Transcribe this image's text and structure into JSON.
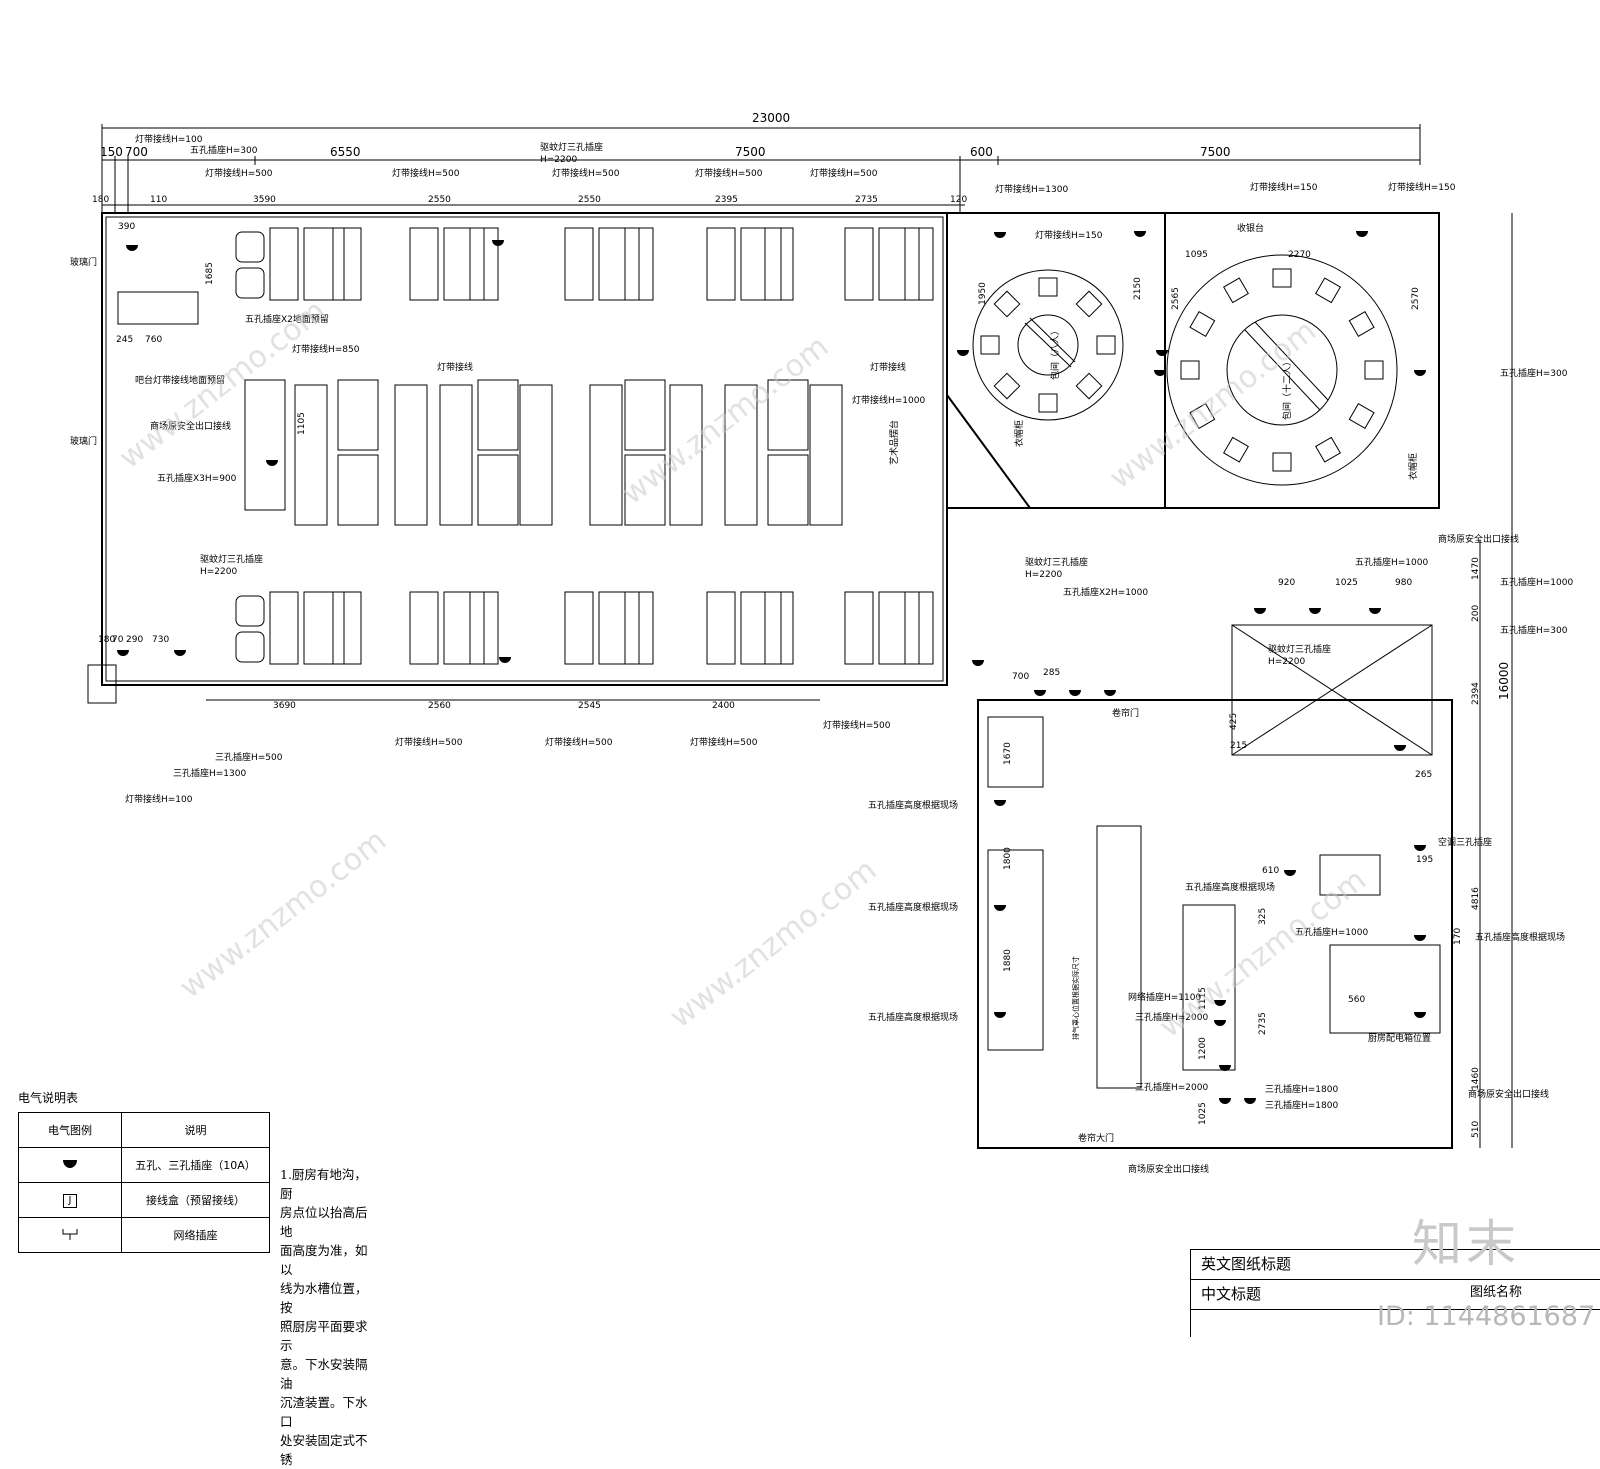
{
  "dimensions": {
    "overall": "23000",
    "top_segments": [
      "150",
      "700",
      "6550",
      "7500",
      "600",
      "7500"
    ],
    "top_detail": [
      "180",
      "390",
      "110",
      "3590",
      "2550",
      "2550",
      "2395",
      "2735",
      "120"
    ],
    "bottom_detail": [
      "3690",
      "2560",
      "2545",
      "2400"
    ],
    "bottom_left": [
      "180",
      "70",
      "290",
      "730"
    ],
    "right_total": "16000",
    "right_segments": [
      "1470",
      "200",
      "2394",
      "4816",
      "1460",
      "510"
    ],
    "room_dims": [
      "1095",
      "2270",
      "2150",
      "2565",
      "2570",
      "1950",
      "1685",
      "1105",
      "760",
      "245",
      "920",
      "1025",
      "980",
      "700",
      "285",
      "425",
      "215",
      "265",
      "610",
      "195",
      "170",
      "560",
      "1670",
      "1800",
      "1880",
      "1200",
      "1025",
      "1115",
      "2735",
      "325"
    ]
  },
  "labels": {
    "light_strip_100": "灯带接线H=100",
    "five_hole_300": "五孔插座H=300",
    "light_strip_500": "灯带接线H=500",
    "light_strip_1300": "灯带接线H=1300",
    "light_strip_150": "灯带接线H=150",
    "mosquito_lamp": "驱蚊灯三孔插座",
    "h2200": "H=2200",
    "glass_door": "玻璃门",
    "bar_floor": "五孔插座X2地面预留",
    "bar_strip": "吧台灯带接线地面预留",
    "safety_exit": "商场原安全出口接线",
    "five_x3_900": "五孔插座X3H=900",
    "light_850": "灯带接线H=850",
    "light_strip": "灯带接线",
    "light_1000": "灯带接线H=1000",
    "three_500": "三孔插座H=500",
    "three_1300": "三孔插座H=1300",
    "five_1000": "五孔插座H=1000",
    "five_x2_1000": "五孔插座X2H=1000",
    "five_height_site": "五孔插座高度根据现场",
    "three_1800": "三孔插座H=1800",
    "three_2000": "三孔插座H=2000",
    "network_1100": "网络插座H=1100",
    "ac_socket": "空调三孔插座",
    "kitchen_panel": "厨房配电箱位置",
    "shutter_door": "卷帘门",
    "main_door": "卷帘大门",
    "hood_note": "排气罩心位置根据实际尺寸",
    "cashier": "收银台",
    "art_wall": "艺术品摆台",
    "private_room_1": "包间（八人）",
    "private_room_2": "包间（十二人）",
    "closet_1": "衣帽柜",
    "closet_2": "衣帽柜"
  },
  "legend": {
    "title": "电气说明表",
    "headers": [
      "电气图例",
      "说明"
    ],
    "rows": [
      {
        "icon": "socket-symbol",
        "desc": "五孔、三孔插座（10A）"
      },
      {
        "icon": "junction-box-symbol",
        "symbol": "J",
        "desc": "接线盒（预留接线）"
      },
      {
        "icon": "network-socket-symbol",
        "desc": "网络插座"
      }
    ]
  },
  "notes": {
    "line1": "1.厨房有地沟，厨",
    "line2": "房点位以抬高后地",
    "line3": "面高度为准，如以",
    "line4": "线为水槽位置，按",
    "line5": "照厨房平面要求示",
    "line6": "意。下水安装隔油",
    "line7": "沉渣装置。下水口",
    "line8": "处安装固定式不锈"
  },
  "title_block": {
    "english_title": "英文图纸标题",
    "chinese_title": "中文标题",
    "drawing_name": "图纸名称"
  },
  "watermark": {
    "brand": "知末",
    "id": "ID: 1144861687",
    "site": "www.znzmo.com"
  },
  "colors": {
    "line": "#000000",
    "watermark": "#c8c8c8"
  }
}
